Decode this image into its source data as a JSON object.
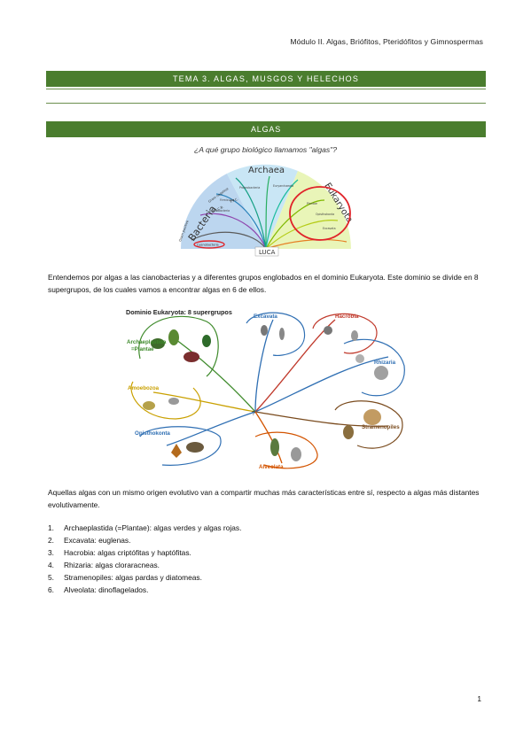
{
  "header": {
    "text": "Módulo II. Algas, Briófitos, Pteridófitos y Gimnospermas"
  },
  "tema_banner": {
    "title": "TEMA 3. ALGAS, MUSGOS Y HELECHOS"
  },
  "section": {
    "title": "ALGAS"
  },
  "question": "¿A qué grupo biológico llamamos \"algas\"?",
  "tree_of_life": {
    "domains": [
      "Bacteria",
      "Archaea",
      "Eukaryota"
    ],
    "root_label": "LUCA",
    "bacteria_labels": [
      "Gram positive",
      "Gram negative",
      "F.C.B.",
      "P.V.C.",
      "Cyanobacteria"
    ],
    "colors": {
      "bacteria": "#bcd6ef",
      "archaea": "#c9e6f5",
      "eukaryota": "#e9f5b8",
      "highlight": "#e0242a"
    }
  },
  "paragraph1": "Entendemos por algas a las cianobacterias y a diferentes grupos englobados en el dominio Eukaryota. Este dominio se divide en 8 supergrupos, de los cuales vamos a encontrar algas en 6 de ellos.",
  "eukaryota_figure": {
    "title": "Dominio Eukaryota: 8 supergrupos",
    "groups": [
      {
        "name": "Archaeplastida",
        "sub": "=Plantae",
        "color": "#3e8a2b"
      },
      {
        "name": "Excavata",
        "color": "#2f6fb3"
      },
      {
        "name": "Hacrobia",
        "color": "#c0392b"
      },
      {
        "name": "Rhizaria",
        "color": "#2f6fb3"
      },
      {
        "name": "Amoebozoa",
        "color": "#c9a000"
      },
      {
        "name": "Stramenopiles",
        "color": "#7a4b1e"
      },
      {
        "name": "Opisthokonta",
        "color": "#2f6fb3"
      },
      {
        "name": "Alveolata",
        "color": "#d35400"
      }
    ],
    "center_mark": "?"
  },
  "paragraph2": "Aquellas algas con un mismo origen evolutivo van a compartir muchas más características entre sí, respecto a algas más distantes evolutivamente.",
  "list": [
    {
      "num": "1.",
      "text": "Archaeplastida (=Plantae): algas verdes y algas rojas."
    },
    {
      "num": "2.",
      "text": "Excavata: euglenas."
    },
    {
      "num": "3.",
      "text": "Hacrobia: algas criptófitas y haptófitas."
    },
    {
      "num": "4.",
      "text": "Rhizaria: algas cloraracneas."
    },
    {
      "num": "5.",
      "text": "Stramenopiles: algas pardas y diatomeas."
    },
    {
      "num": "6.",
      "text": "Alveolata: dinoflagelados."
    }
  ],
  "page_number": "1"
}
